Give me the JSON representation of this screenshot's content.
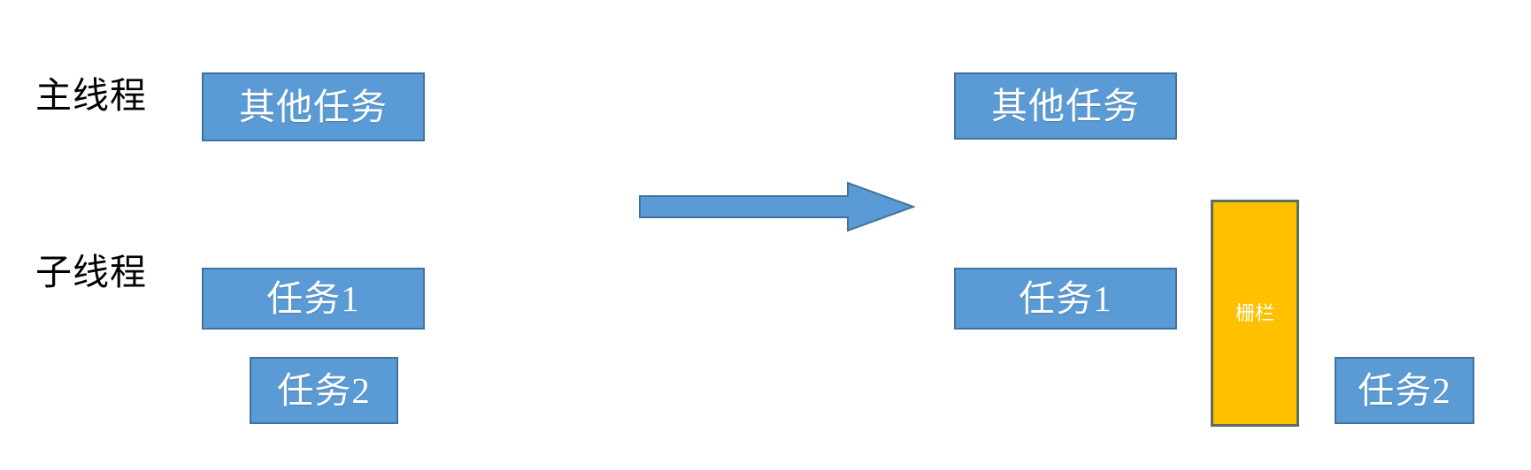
{
  "diagram": {
    "title_text": "",
    "colors": {
      "task_fill": "#5B9BD5",
      "task_border": "#41719C",
      "barrier_fill": "#FFC000",
      "barrier_border": "#5B6E60",
      "arrow_fill": "#5B9BD5",
      "arrow_border": "#41719C",
      "background": "#FFFFFF",
      "label_text": "#000000",
      "box_text": "#FFFFFF"
    },
    "row_labels": [
      {
        "id": "main-thread",
        "text": "主线程"
      },
      {
        "id": "sub-thread",
        "text": "子线程"
      }
    ],
    "left_panel": {
      "main_thread_box": {
        "label": "其他任务"
      },
      "sub_thread_boxes": [
        {
          "label": "任务1"
        },
        {
          "label": "任务2"
        }
      ]
    },
    "transition_arrow": {
      "direction": "right",
      "icon": "arrow-right-block-icon"
    },
    "right_panel": {
      "main_thread_box": {
        "label": "其他任务"
      },
      "sub_thread_boxes": [
        {
          "label": "任务1"
        },
        {
          "label": "任务2"
        }
      ],
      "barrier_box": {
        "label": "栅栏"
      }
    }
  }
}
